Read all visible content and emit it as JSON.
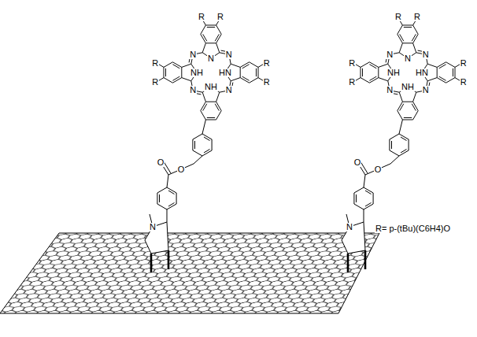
{
  "diagram": {
    "labels": [
      "R",
      "R",
      "N",
      "N",
      "N",
      "R",
      "R",
      "NH",
      "HN",
      "R",
      "R",
      "N",
      "NH",
      "N",
      "O",
      "O",
      "N",
      "R",
      "R",
      "N",
      "N",
      "N",
      "R",
      "R",
      "NH",
      "HN",
      "R",
      "R",
      "N",
      "NH",
      "N",
      "O",
      "O",
      "N",
      "R= p-(tBu)(C6H4)O"
    ]
  }
}
